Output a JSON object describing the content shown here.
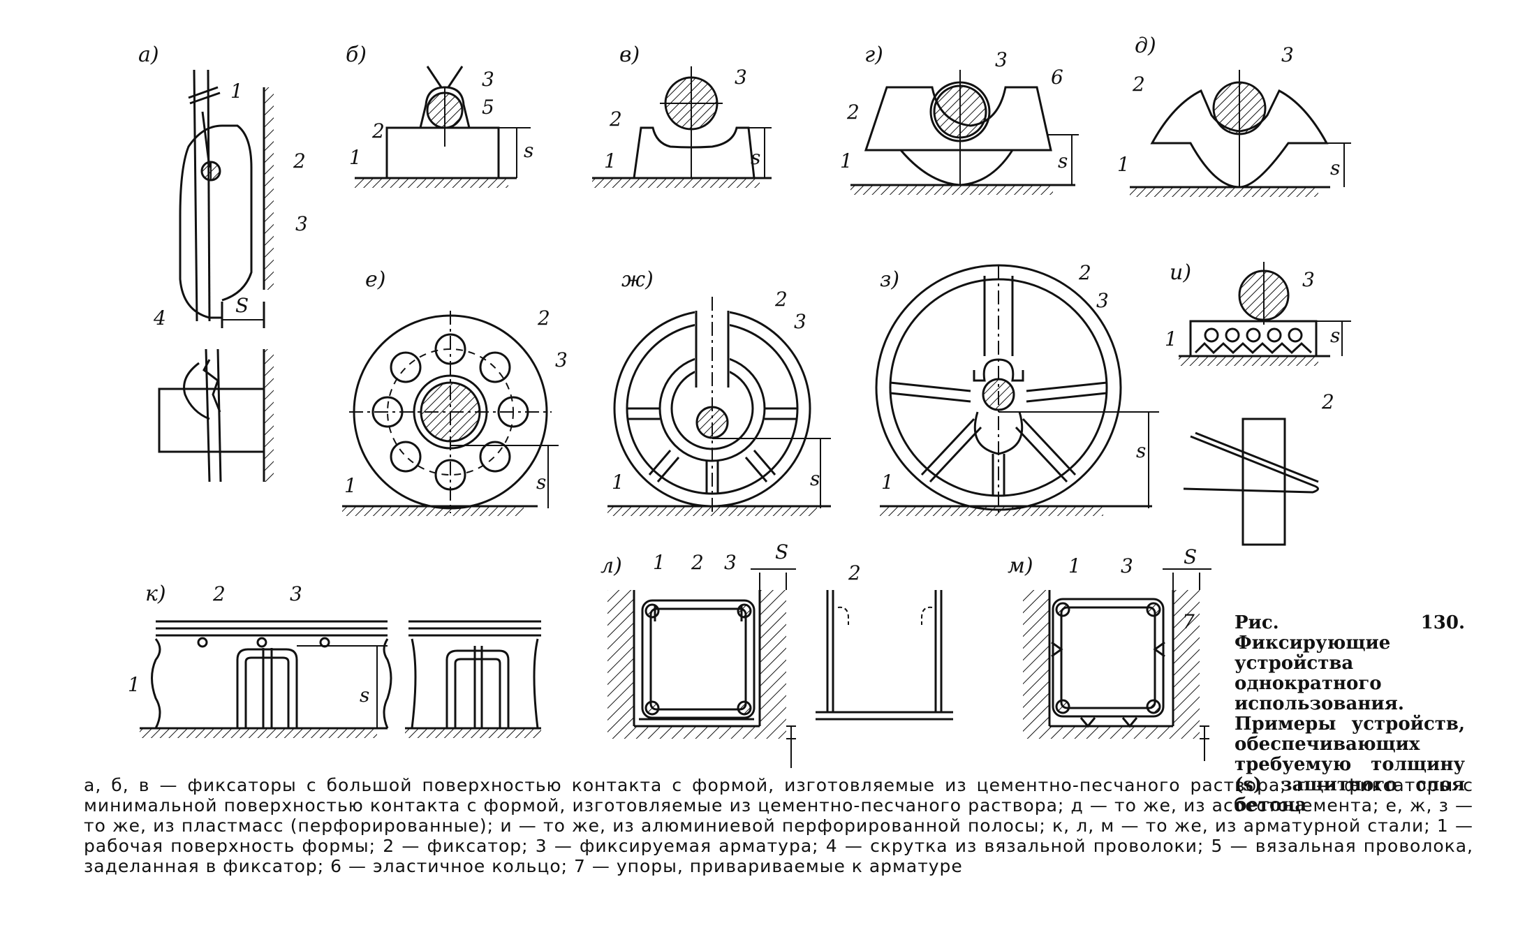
{
  "panels": {
    "a": {
      "label": "а)",
      "parts": [
        "1",
        "2",
        "3",
        "4"
      ],
      "dim": "S"
    },
    "b": {
      "label": "б)",
      "parts": [
        "1",
        "2",
        "3",
        "5"
      ],
      "dim": "s"
    },
    "v": {
      "label": "в)",
      "parts": [
        "1",
        "2",
        "3"
      ],
      "dim": "s"
    },
    "g": {
      "label": "г)",
      "parts": [
        "1",
        "2",
        "3",
        "6"
      ],
      "dim": "s"
    },
    "d": {
      "label": "д)",
      "parts": [
        "1",
        "2",
        "3"
      ],
      "dim": "s"
    },
    "e": {
      "label": "е)",
      "parts": [
        "1",
        "2",
        "3"
      ],
      "dim": "s"
    },
    "zh": {
      "label": "ж)",
      "parts": [
        "1",
        "2",
        "3"
      ],
      "dim": "s"
    },
    "z": {
      "label": "з)",
      "parts": [
        "1",
        "2",
        "3"
      ],
      "dim": "s"
    },
    "i": {
      "label": "и)",
      "parts": [
        "1",
        "2",
        "3"
      ],
      "dim": "s"
    },
    "k": {
      "label": "к)",
      "parts": [
        "1",
        "2",
        "3"
      ],
      "dim": "s"
    },
    "l": {
      "label": "л)",
      "parts": [
        "1",
        "2",
        "3",
        "2"
      ],
      "dim": "S"
    },
    "m": {
      "label": "м)",
      "parts": [
        "1",
        "3",
        "7"
      ],
      "dim": "S"
    }
  },
  "caption": "Рис. 130. Фиксирующие устройства однократного использования. Примеры устройств, обеспечивающих требуемую толщину (s) защитного слоя бетона",
  "legend": {
    "p1": "а, б, в — фиксаторы с большой поверхностью контакта с формой, изготовляемые из цементно-песчаного раствора; г — фиксаторы с минимальной поверхностью контакта с формой, изготовляемые из цементно-песчаного раствора; д — то же, из асбестоцемента; е, ж, з — то же, из пластмасс (перфорированные); и — то же, из алюминиевой перфорированной полосы; к, л, м — то же, из арматурной стали;",
    "p2": "1 — рабочая поверхность формы; 2 — фиксатор; 3 — фиксируемая арматура; 4 — скрутка из вязальной проволоки; 5 — вязальная проволока, заделанная в фиксатор; 6 — эластичное кольцо; 7 — упоры, привариваемые к арматуре"
  }
}
